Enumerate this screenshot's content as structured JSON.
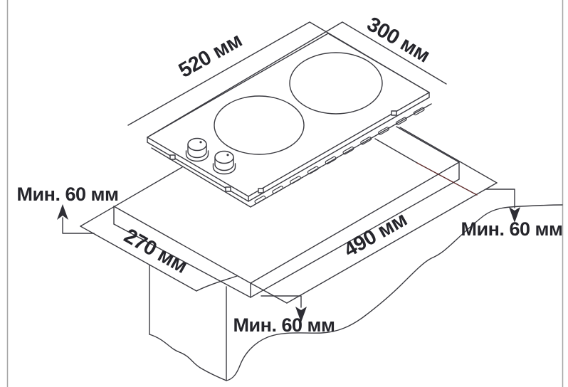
{
  "diagram": {
    "type": "cooktop-installation-dimensions",
    "labels": {
      "width_top": "520 мм",
      "depth_top": "300 мм",
      "cutout_length": "490 мм",
      "cutout_width": "270 мм",
      "min_left": "Мин. 60 мм",
      "min_right": "Мин. 60 мм",
      "min_bottom": "Мин. 60 мм"
    },
    "dimensions_mm": {
      "appliance_width": 520,
      "appliance_depth": 300,
      "cutout_length": 490,
      "cutout_width": 270,
      "min_clearance": 60
    },
    "colors": {
      "line": "#3a3a40",
      "text": "#25252b",
      "red_line": "#5e2c2c",
      "page_border": "#a6a6a6",
      "background": "#ffffff"
    },
    "features": [
      "two-burner glass cooktop",
      "two control knobs",
      "side vent slots",
      "countertop cutout with broken-out wavy section"
    ]
  }
}
